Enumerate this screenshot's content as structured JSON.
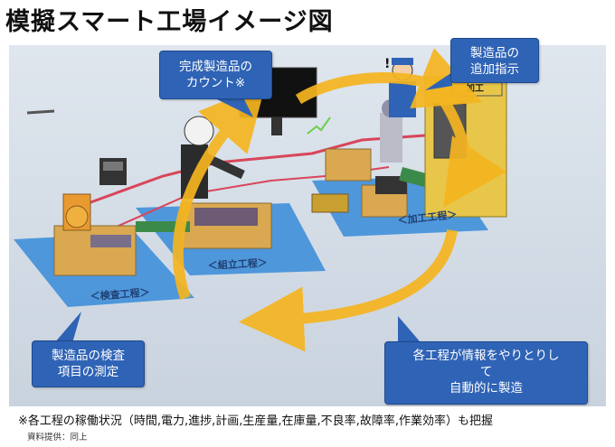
{
  "title": "模擬スマート工場イメージ図",
  "callouts": {
    "count": {
      "lines": [
        "完成製造品の",
        "カウント※"
      ]
    },
    "instruct": {
      "lines": [
        "製造品の",
        "追加指示"
      ]
    },
    "inspect": {
      "lines": [
        "製造品の検査",
        "項目の測定"
      ]
    },
    "info": {
      "lines": [
        "各工程が情報をやりとりし",
        "て",
        "自動的に製造"
      ]
    }
  },
  "floor_labels": {
    "inspection": "＜検査工程＞",
    "assembly": "＜組立工程＞",
    "processing": "＜加工工程＞"
  },
  "machine_sign": "加工",
  "footnote": "※各工程の稼働状況（時間,電力,進捗,計画,生産量,在庫量,不良率,故障率,作業効率）も把握",
  "credit": "資料提供：同上",
  "colors": {
    "callout": "#2f63b5",
    "arrow": "#f5b520",
    "floor": "#3f8fd9",
    "rail": "#d8455a",
    "machine": "#e8c64a"
  }
}
